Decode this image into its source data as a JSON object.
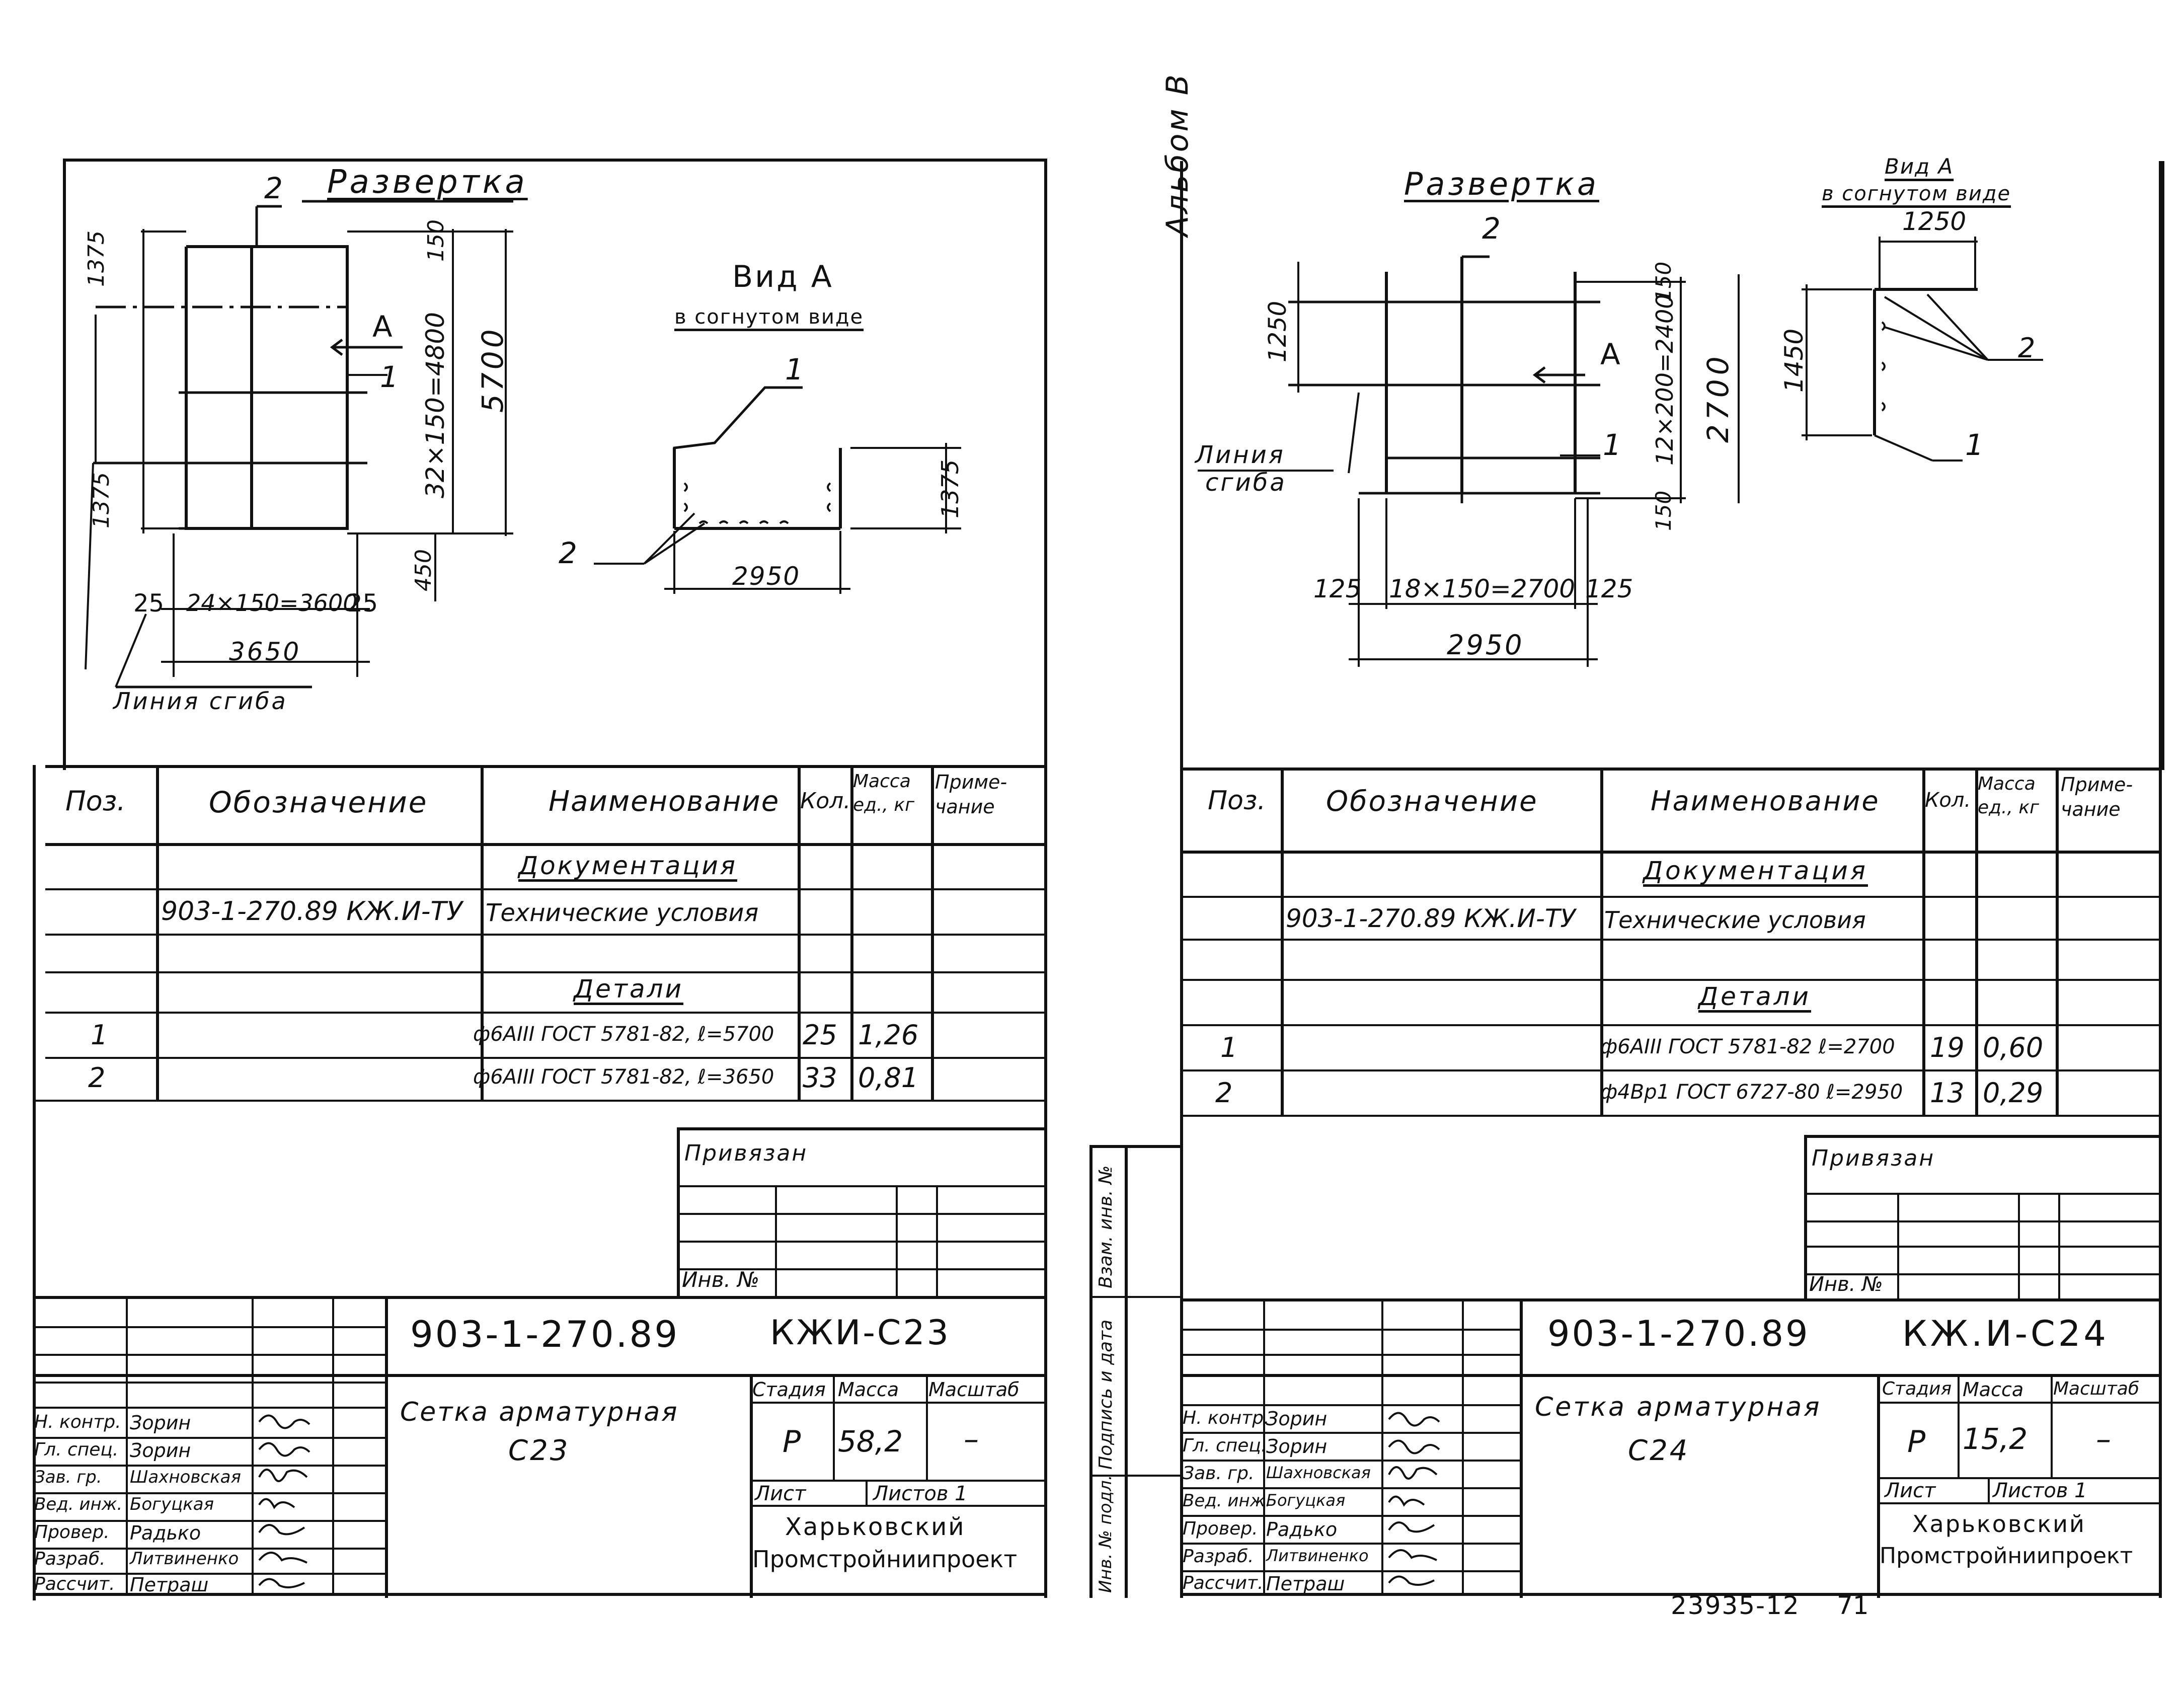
{
  "album_label": "Альбом В",
  "footer": {
    "archive_number": "23935-12",
    "page_number": "71"
  },
  "sheets": [
    {
      "id": "c23",
      "drawing": {
        "unfold_label": "Развертка",
        "section_mark": "2",
        "view_label": "Вид А",
        "view_sublabel": "в согнутом виде",
        "view_arrow_letter": "А",
        "pos_1": "1",
        "pos_2": "2",
        "bend_line": "Линия сгиба",
        "dims": {
          "top_left": "1375",
          "bottom_left": "1375",
          "top_small": "150",
          "vertical_spacing": "32×150=4800",
          "total_height": "5700",
          "bottom_small": "450",
          "left_edge": "25",
          "horizontal_spacing": "24×150=3600",
          "right_edge": "25",
          "total_width": "3650",
          "view_width": "2950",
          "view_height": "1375"
        }
      },
      "spec": {
        "headers": {
          "pos": "Поз.",
          "designation": "Обозначение",
          "name": "Наименование",
          "qty": "Кол.",
          "mass": "Масса ед., кг",
          "note": "Приме-чание"
        },
        "section_docs": "Документация",
        "doc_designation": "903-1-270.89 КЖ.И-ТУ",
        "doc_name": "Технические условия",
        "section_parts": "Детали",
        "rows": [
          {
            "pos": "1",
            "name": "ф6АIII ГОСТ 5781-82, ℓ=5700",
            "qty": "25",
            "mass": "1,26"
          },
          {
            "pos": "2",
            "name": "ф6АIII ГОСТ 5781-82, ℓ=3650",
            "qty": "33",
            "mass": "0,81"
          }
        ]
      },
      "binding": {
        "title": "Привязан",
        "inv": "Инв. №"
      },
      "title_block": {
        "code": "903-1-270.89",
        "mark": "КЖИ-С23",
        "title_line1": "Сетка арматурная",
        "title_line2": "С23",
        "stage_h": "Стадия",
        "mass_h": "Масса",
        "scale_h": "Масштаб",
        "stage": "Р",
        "mass": "58,2",
        "scale": "–",
        "sheet_h": "Лист",
        "sheets_h": "Листов 1",
        "org_line1": "Харьковский",
        "org_line2": "Промстройниипроект",
        "roles": [
          {
            "role": "Н. контр.",
            "name": "Зорин"
          },
          {
            "role": "Гл. спец.",
            "name": "Зорин"
          },
          {
            "role": "Зав. гр.",
            "name": "Шахновская"
          },
          {
            "role": "Вед. инж.",
            "name": "Богуцкая"
          },
          {
            "role": "Провер.",
            "name": "Радько"
          },
          {
            "role": "Разраб.",
            "name": "Литвиненко"
          },
          {
            "role": "Рассчит.",
            "name": "Петраш"
          }
        ]
      }
    },
    {
      "id": "c24",
      "drawing": {
        "unfold_label": "Развертка",
        "section_mark": "2",
        "view_label": "Вид А",
        "view_sublabel": "в согнутом виде",
        "view_arrow_letter": "А",
        "pos_1": "1",
        "pos_2": "2",
        "bend_line_1": "Линия",
        "bend_line_2": "сгиба",
        "dims": {
          "left_height": "1250",
          "top_small": "150",
          "vertical_spacing": "12×200=2400",
          "total_height": "2700",
          "bottom_small": "150",
          "left_edge": "125",
          "horizontal_spacing": "18×150=2700",
          "right_edge": "125",
          "total_width": "2950",
          "view_width": "1250",
          "view_height": "1450"
        }
      },
      "spec": {
        "headers": {
          "pos": "Поз.",
          "designation": "Обозначение",
          "name": "Наименование",
          "qty": "Кол.",
          "mass": "Масса ед., кг",
          "note": "Приме-чание"
        },
        "section_docs": "Документация",
        "doc_designation": "903-1-270.89 КЖ.И-ТУ",
        "doc_name": "Технические условия",
        "section_parts": "Детали",
        "rows": [
          {
            "pos": "1",
            "name": "ф6АIII ГОСТ 5781-82 ℓ=2700",
            "qty": "19",
            "mass": "0,60"
          },
          {
            "pos": "2",
            "name": "ф4Вр1 ГОСТ 6727-80 ℓ=2950",
            "qty": "13",
            "mass": "0,29"
          }
        ]
      },
      "binding": {
        "title": "Привязан",
        "inv": "Инв. №"
      },
      "side_stamp": {
        "a": "Взам. инв. №",
        "b": "Подпись и дата",
        "c": "Инв. № подл."
      },
      "title_block": {
        "code": "903-1-270.89",
        "mark": "КЖ.И-С24",
        "title_line1": "Сетка арматурная",
        "title_line2": "С24",
        "stage_h": "Стадия",
        "mass_h": "Масса",
        "scale_h": "Масштаб",
        "stage": "Р",
        "mass": "15,2",
        "scale": "–",
        "sheet_h": "Лист",
        "sheets_h": "Листов 1",
        "org_line1": "Харьковский",
        "org_line2": "Промстройниипроект",
        "roles": [
          {
            "role": "Н. контр.",
            "name": "Зорин"
          },
          {
            "role": "Гл. спец.",
            "name": "Зорин"
          },
          {
            "role": "Зав. гр.",
            "name": "Шахновская"
          },
          {
            "role": "Вед. инж.",
            "name": "Богуцкая"
          },
          {
            "role": "Провер.",
            "name": "Радько"
          },
          {
            "role": "Разраб.",
            "name": "Литвиненко"
          },
          {
            "role": "Рассчит.",
            "name": "Петраш"
          }
        ]
      }
    }
  ]
}
